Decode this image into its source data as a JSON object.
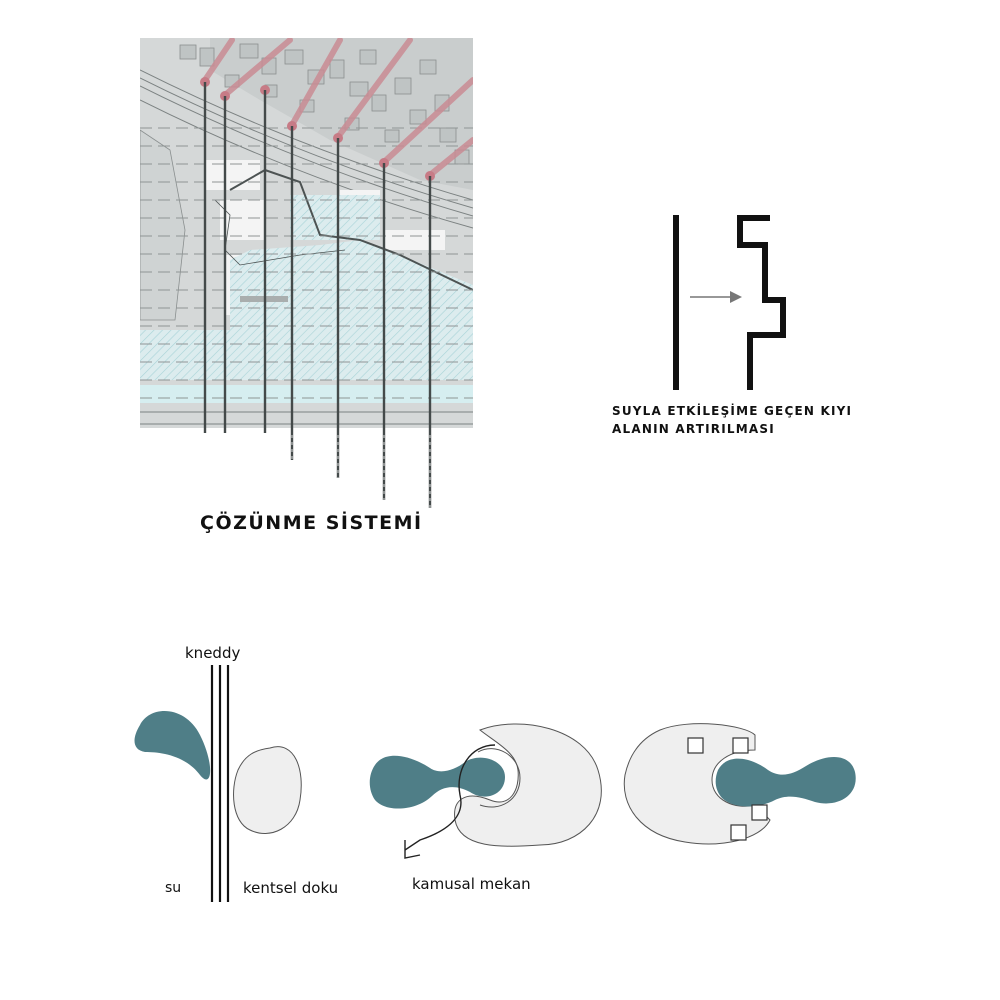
{
  "colors": {
    "water": "#4f7e87",
    "urban_fill": "#efefef",
    "map_gray": "#d6d9d9",
    "hatch_blue": "#d8ecef",
    "road_red": "#c98c94"
  },
  "labels": {
    "dissolution_system": "ÇÖZÜNME SİSTEMİ",
    "shore_line1": "SUYLA ETKİLEŞİME GEÇEN KIYI",
    "shore_line2": "ALANIN ARTIRILMASI",
    "road": "kneddy",
    "water": "su",
    "urban_fabric": "kentsel doku",
    "public_space": "kamusal mekan"
  }
}
